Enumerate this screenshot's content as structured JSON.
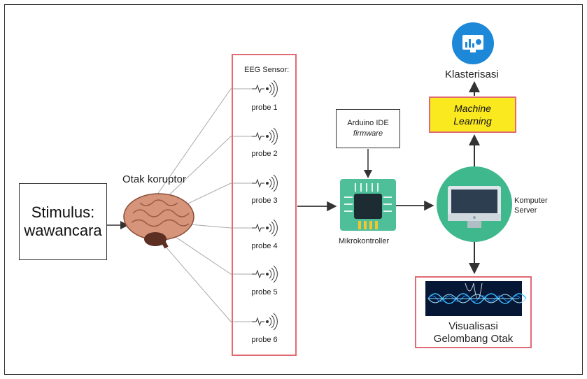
{
  "stimulus": {
    "line1": "Stimulus:",
    "line2": "wawancara"
  },
  "brain": {
    "label": "Otak koruptor",
    "icon": "brain-icon"
  },
  "eeg": {
    "title": "EEG Sensor:",
    "probes": [
      "probe 1",
      "probe 2",
      "probe 3",
      "probe 4",
      "probe 5",
      "probe 6"
    ],
    "icon": "sensor-signal-icon"
  },
  "arduino": {
    "line1": "Arduino IDE",
    "line2": "firmware"
  },
  "microcontroller": {
    "label": "Mikrokontroller",
    "icon": "chip-icon"
  },
  "server": {
    "label": "Komputer Server",
    "icon": "monitor-icon"
  },
  "machine_learning": {
    "line1": "Machine",
    "line2": "Learning"
  },
  "clustering": {
    "label": "Klasterisasi",
    "icon": "dashboard-chart-icon"
  },
  "visualization": {
    "line1": "Visualisasi",
    "line2": "Gelombang Otak",
    "icon": "brainwave-image"
  },
  "colors": {
    "box_border": "#e06b75",
    "ml_fill": "#fbe91f",
    "chip_green": "#4fbf9a",
    "server_circle": "#3fb88e",
    "clustering_blue": "#1e88d8"
  }
}
